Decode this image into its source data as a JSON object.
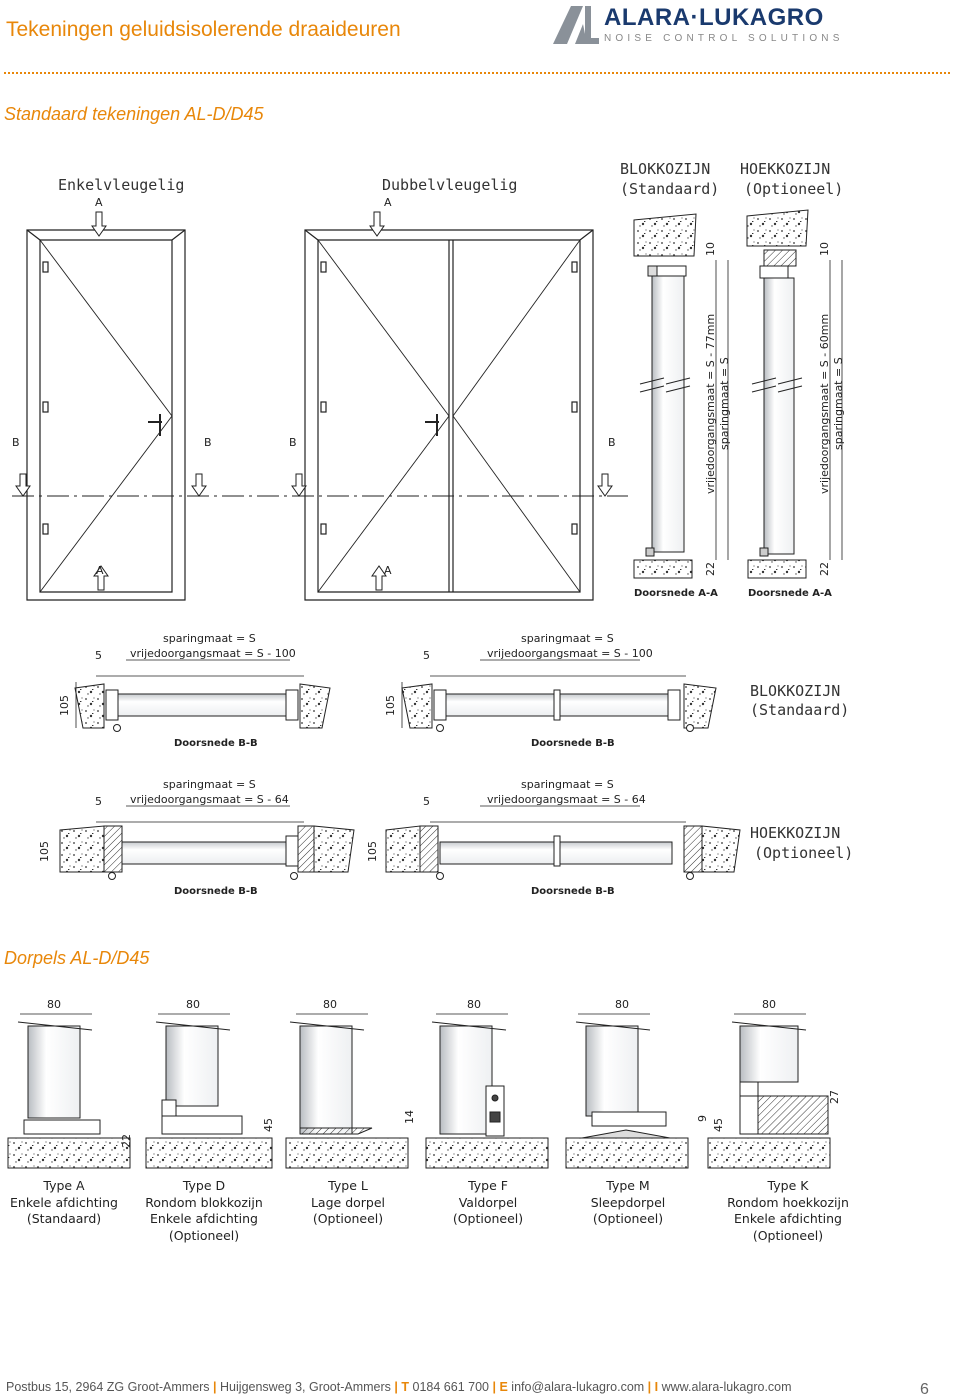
{
  "header": {
    "title": "Tekeningen geluidsisolerende draaideuren",
    "brand_name": "ALARA·LUKAGRO",
    "brand_tagline": "NOISE CONTROL SOLUTIONS",
    "accent_color": "#e8870a",
    "brand_color": "#1a3a6e"
  },
  "section1": {
    "heading": "Standaard tekeningen AL-D/D45",
    "enkel": "Enkelvleugelig",
    "dubbel": "Dubbelvleugelig",
    "blok_line1": "BLOKKOZIJN",
    "blok_line2": "(Standaard)",
    "hoek_line1": "HOEKKOZIJN",
    "hoek_line2": "(Optioneel)",
    "mark_a": "A",
    "mark_b": "B",
    "dim_10": "10",
    "dim_22": "22",
    "aa_blok_1": "vrijedoorgangsmaat = S - 77mm",
    "aa_blok_2": "sparingmaat = S",
    "aa_hoek_1": "vrijedoorgangsmaat = S - 60mm",
    "aa_hoek_2": "sparingmaat = S",
    "doorsnede_aa": "Doorsnede A-A"
  },
  "section_bb": {
    "spar": "sparingmaat = S",
    "vrij_100": "vrijedoorgangsmaat = S - 100",
    "vrij_64": "vrijedoorgangsmaat = S - 64",
    "dim_5": "5",
    "dim_105": "105",
    "doorsnede_bb": "Doorsnede B-B",
    "blok_line1": "BLOKKOZIJN",
    "blok_line2": "(Standaard)",
    "hoek_line1": "HOEKKOZIJN",
    "hoek_line2": "(Optioneel)"
  },
  "section2": {
    "heading": "Dorpels AL-D/D45",
    "dim_80": "80",
    "dims": {
      "a": "22",
      "d": "45",
      "l": "14",
      "m1": "9",
      "m2": "45",
      "k": "27"
    },
    "types": [
      {
        "name": "Type A",
        "l2": "Enkele afdichting",
        "l3": "(Standaard)",
        "l4": ""
      },
      {
        "name": "Type D",
        "l2": "Rondom blokkozijn",
        "l3": "Enkele afdichting",
        "l4": "(Optioneel)"
      },
      {
        "name": "Type L",
        "l2": "Lage dorpel",
        "l3": "(Optioneel)",
        "l4": ""
      },
      {
        "name": "Type F",
        "l2": "Valdorpel",
        "l3": "(Optioneel)",
        "l4": ""
      },
      {
        "name": "Type M",
        "l2": "Sleepdorpel",
        "l3": "(Optioneel)",
        "l4": ""
      },
      {
        "name": "Type K",
        "l2": "Rondom hoekkozijn",
        "l3": "Enkele afdichting",
        "l4": "(Optioneel)"
      }
    ]
  },
  "footer": {
    "address": "Postbus 15, 2964 ZG Groot-Ammers",
    "street": "Huijgensweg 3, Groot-Ammers",
    "t_key": "T",
    "phone": "0184 661 700",
    "e_key": "E",
    "email": "info@alara-lukagro.com",
    "i_key": "I",
    "web": "www.alara-lukagro.com",
    "page": "6"
  }
}
